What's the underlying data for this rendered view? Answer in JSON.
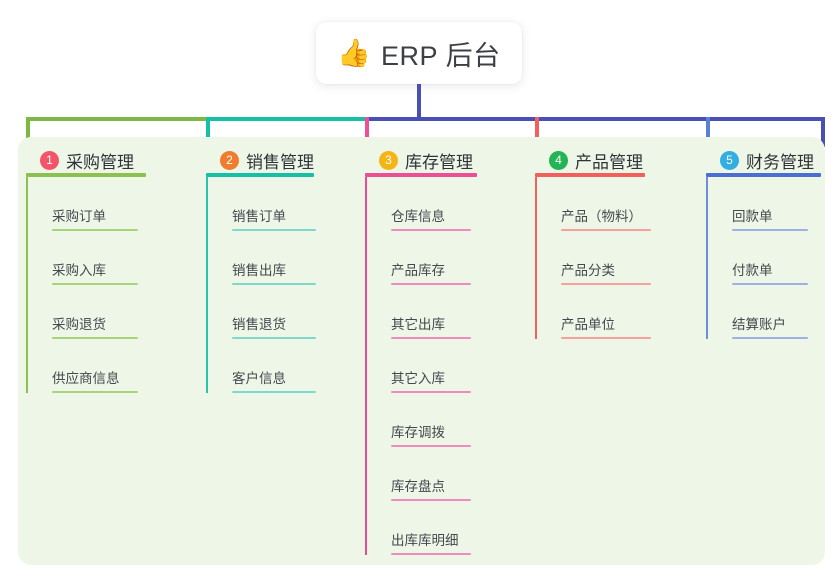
{
  "title": {
    "icon": "thumbs-up-icon",
    "icon_glyph": "👍",
    "text": "ERP 后台"
  },
  "colors": {
    "panel_bg": "#eef7e7",
    "trunk": "#4a4fb5",
    "bus_green": "#7cb844",
    "bus_teal": "#16bfa6",
    "bus_blue": "#4a4fb5"
  },
  "columns": [
    {
      "number": "1",
      "title": "采购管理",
      "badge_color": "#f2556a",
      "rule_color": "#8cc152",
      "spine_color": "#8cc152",
      "item_rule_color": "#a8d47a",
      "items": [
        {
          "label": "采购订单"
        },
        {
          "label": "采购入库"
        },
        {
          "label": "采购退货"
        },
        {
          "label": "供应商信息"
        }
      ]
    },
    {
      "number": "2",
      "title": "销售管理",
      "badge_color": "#f07c2e",
      "rule_color": "#16bfa6",
      "spine_color": "#29c3ad",
      "item_rule_color": "#7ed9cb",
      "items": [
        {
          "label": "销售订单"
        },
        {
          "label": "销售出库"
        },
        {
          "label": "销售退货"
        },
        {
          "label": "客户信息"
        }
      ]
    },
    {
      "number": "3",
      "title": "库存管理",
      "badge_color": "#f5b517",
      "rule_color": "#ec4f93",
      "spine_color": "#e84b90",
      "item_rule_color": "#f08cbb",
      "items": [
        {
          "label": "仓库信息"
        },
        {
          "label": "产品库存"
        },
        {
          "label": "其它出库"
        },
        {
          "label": "其它入库"
        },
        {
          "label": "库存调拨"
        },
        {
          "label": "库存盘点"
        },
        {
          "label": "出库库明细"
        }
      ]
    },
    {
      "number": "4",
      "title": "产品管理",
      "badge_color": "#22b455",
      "rule_color": "#f2605e",
      "spine_color": "#f2605e",
      "item_rule_color": "#f7a09c",
      "items": [
        {
          "label": "产品（物料）"
        },
        {
          "label": "产品分类"
        },
        {
          "label": "产品单位"
        }
      ]
    },
    {
      "number": "5",
      "title": "财务管理",
      "badge_color": "#31afe0",
      "rule_color": "#4a6fd0",
      "spine_color": "#6d8ed8",
      "item_rule_color": "#9db1e3",
      "items": [
        {
          "label": "回款单"
        },
        {
          "label": "付款单"
        },
        {
          "label": "结算账户"
        }
      ]
    }
  ]
}
